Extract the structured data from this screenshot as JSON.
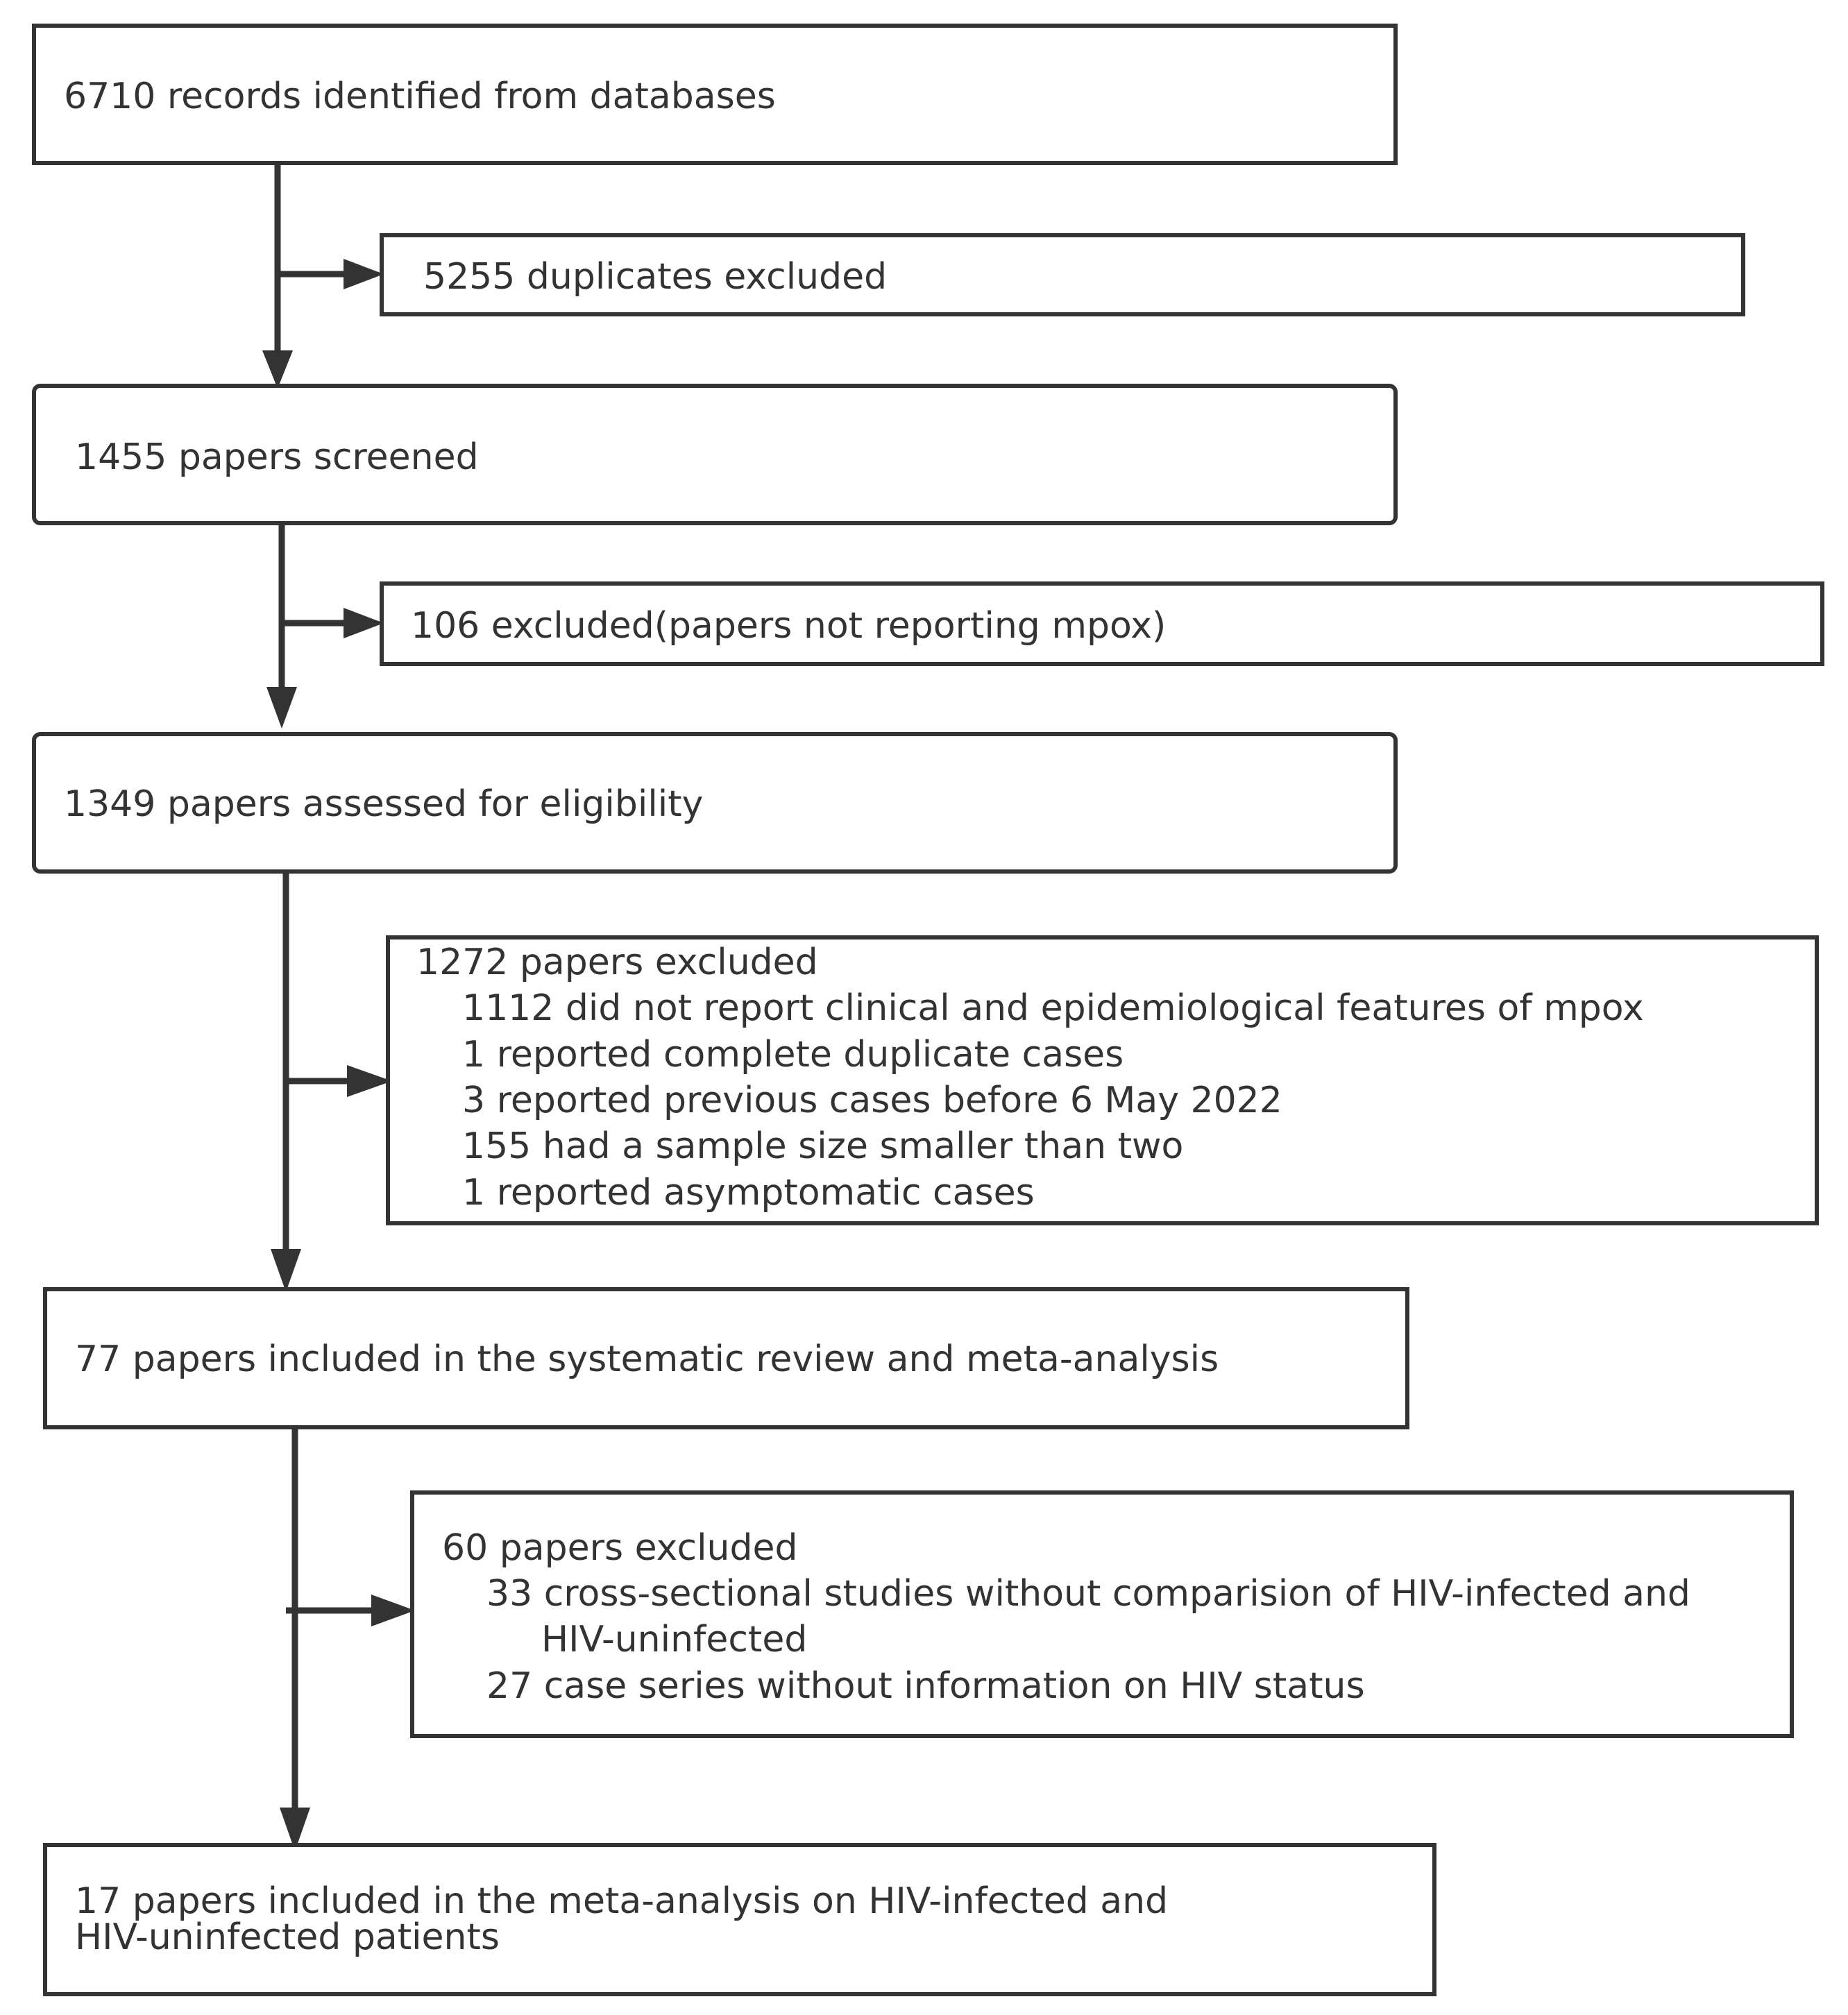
{
  "flow": {
    "records_identified": "6710 records identified from databases",
    "duplicates_excluded": "5255 duplicates excluded",
    "papers_screened": "1455 papers screened",
    "screen_excluded": "106 excluded(papers not reporting mpox)",
    "assessed_eligibility": "1349 papers assessed for eligibility",
    "eligibility_excluded": {
      "heading": "1272  papers excluded",
      "reasons": [
        "1112 did not report clinical  and  epidemiological features of mpox",
        "1 reported complete duplicate cases",
        "3 reported previous cases before 6 May 2022",
        "155 had a sample size smaller than two",
        "1 reported asymptomatic cases"
      ]
    },
    "included_review": "77 papers included in the systematic review and meta-analysis",
    "review_excluded": {
      "heading": "60 papers excluded",
      "reason_1_line_1": "33 cross-sectional studies without comparision of HIV-infected and",
      "reason_1_line_2": "HIV-uninfected",
      "reason_2": "27 case series without information on HIV status"
    },
    "included_meta": {
      "line_1": "17 papers included in the meta-analysis on HIV-infected and",
      "line_2": "HIV-uninfected patients"
    }
  },
  "colors": {
    "stroke": "#333333",
    "text": "#333333",
    "background": "#ffffff"
  }
}
